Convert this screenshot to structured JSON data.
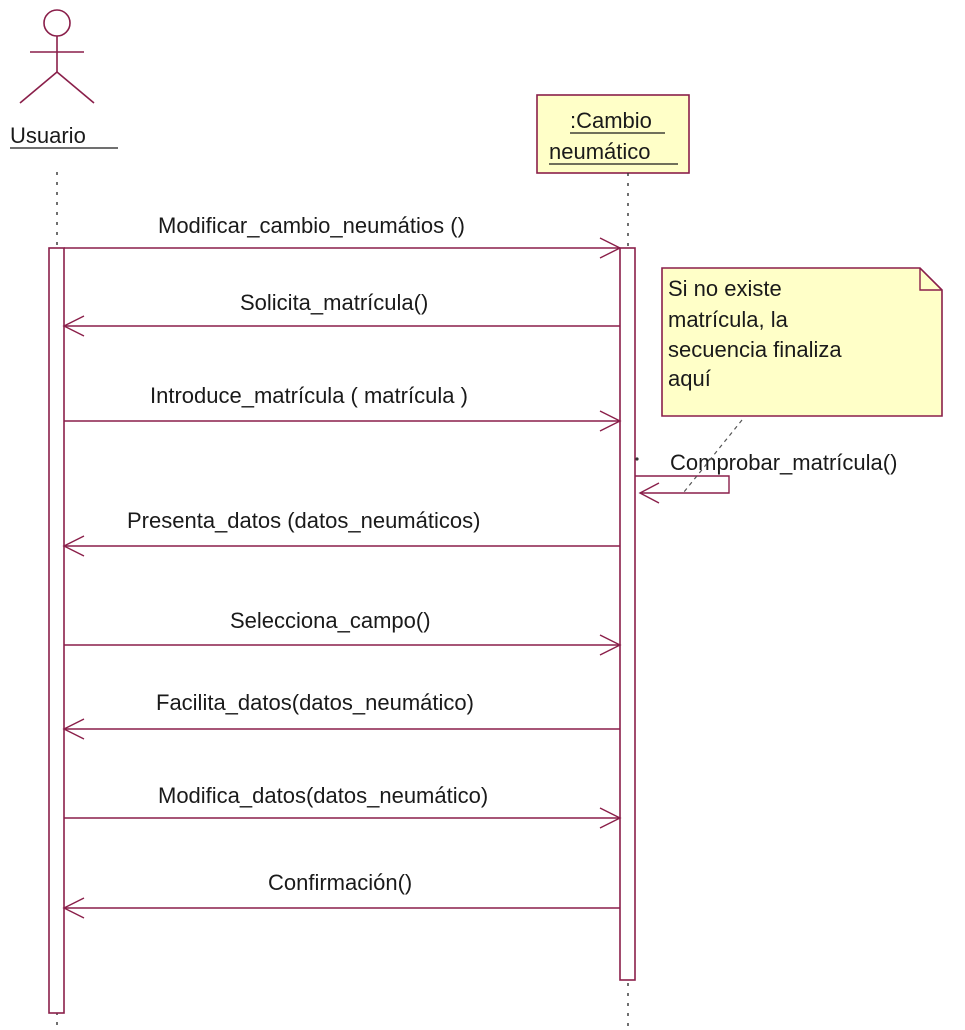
{
  "actor": {
    "name": "Usuario"
  },
  "object": {
    "line1": ":Cambio",
    "line2": "neumático"
  },
  "messages": [
    {
      "label": "Modificar_cambio_neumátios ()",
      "direction": "right"
    },
    {
      "label": "Solicita_matrícula()",
      "direction": "left"
    },
    {
      "label": "Introduce_matrícula ( matrícula )",
      "direction": "right"
    },
    {
      "label": "Comprobar_matrícula()",
      "direction": "self"
    },
    {
      "label": "Presenta_datos (datos_neumáticos)",
      "direction": "left"
    },
    {
      "label": "Selecciona_campo()",
      "direction": "right"
    },
    {
      "label": "Facilita_datos(datos_neumático)",
      "direction": "left"
    },
    {
      "label": "Modifica_datos(datos_neumático)",
      "direction": "right"
    },
    {
      "label": "Confirmación()",
      "direction": "left"
    }
  ],
  "note": {
    "lines": [
      "Si no existe",
      "matrícula, la",
      "secuencia finaliza",
      "aquí"
    ]
  },
  "colors": {
    "line": "#8a1f4a",
    "note_fill": "#ffffc8",
    "note_border": "#8a1f4a",
    "object_fill": "#ffffc8",
    "text": "#1a1a1a",
    "lifeline": "#333333"
  }
}
